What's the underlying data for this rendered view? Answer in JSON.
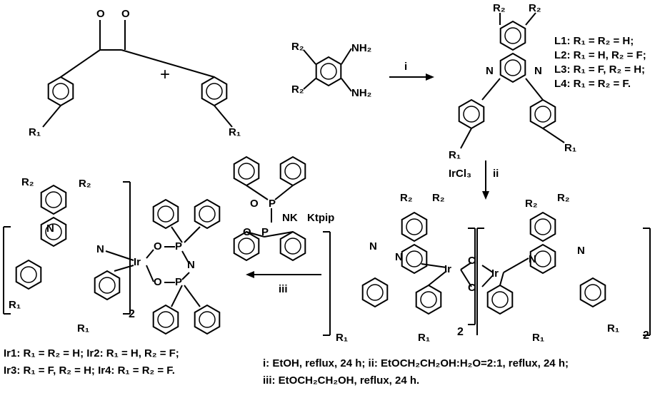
{
  "reactants": {
    "plus": "+",
    "nh2_top": "NH₂",
    "nh2_bottom": "NH₂",
    "r2_a": "R₂",
    "r2_b": "R₂",
    "r1_left": "R₁",
    "r1_right": "R₁",
    "o": "O"
  },
  "ligand": {
    "r2_a": "R₂",
    "r2_b": "R₂",
    "n_left": "N",
    "n_right": "N",
    "r1_left": "R₁",
    "r1_right": "R₁"
  },
  "ligand_legend": [
    "L1: R₁ = R₂ = H;",
    "L2: R₁ = H, R₂ = F;",
    "L3: R₁ = F, R₂ = H;",
    "L4: R₁ = R₂ = F."
  ],
  "steps": {
    "i": "i",
    "ii": "ii",
    "iii": "iii",
    "ircl3": "IrCl₃"
  },
  "ktpip": {
    "label": "Ktpip",
    "nk": "NK",
    "p": "P",
    "o": "O"
  },
  "dimer": {
    "ir": "Ir",
    "cl": "Cl",
    "n": "N",
    "r1": "R₁",
    "r2": "R₂",
    "sub": "2"
  },
  "complex": {
    "ir": "Ir",
    "n": "N",
    "o": "O",
    "p": "P",
    "r1": "R₁",
    "r2": "R₂",
    "sub": "2"
  },
  "complex_legend": [
    "Ir1: R₁ = R₂ = H; Ir2: R₁ = H, R₂ = F;",
    "Ir3: R₁ = F, R₂ = H; Ir4: R₁ = R₂ = F."
  ],
  "conditions": [
    "i: EtOH, reflux, 24 h; ii: EtOCH₂CH₂OH:H₂O=2:1, reflux, 24 h;",
    "iii: EtOCH₂CH₂OH, reflux, 24 h."
  ]
}
